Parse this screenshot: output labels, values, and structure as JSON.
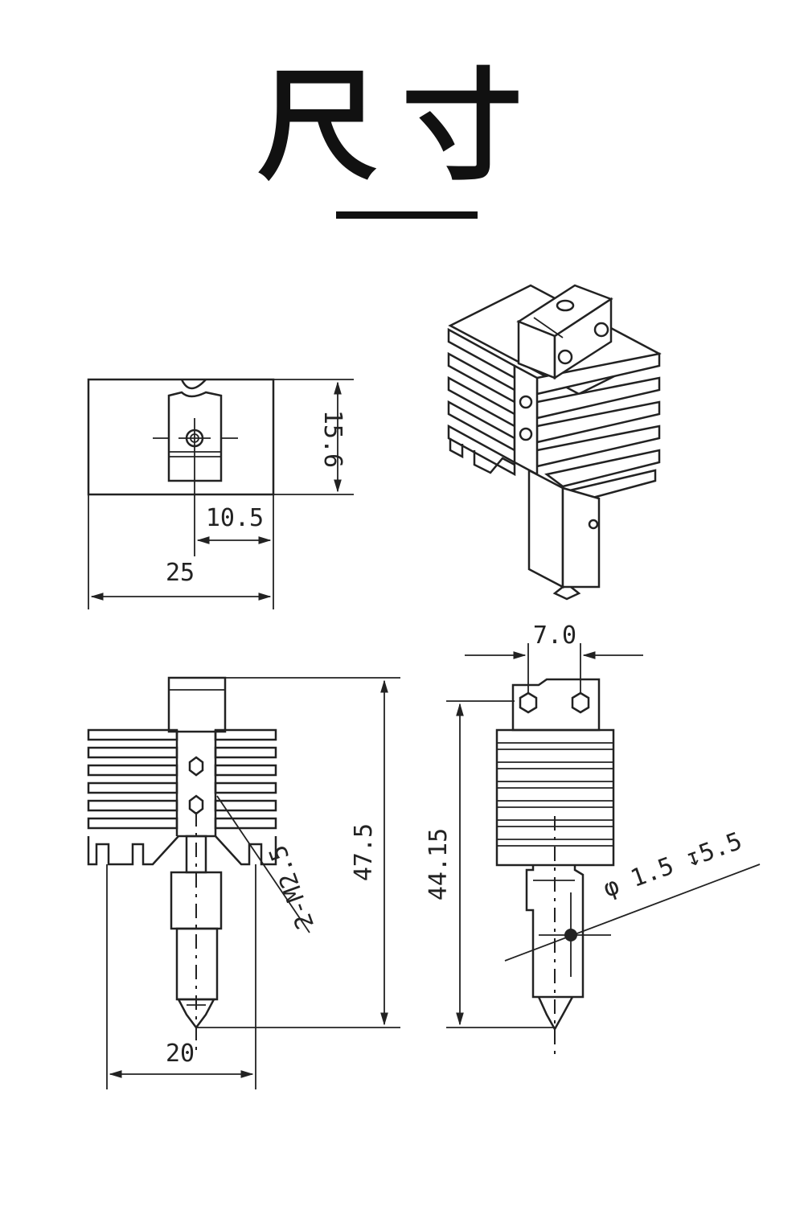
{
  "page": {
    "title": "尺寸"
  },
  "dimensions": {
    "top_height": "15.6",
    "top_offset": "10.5",
    "top_width": "25",
    "front_height": "47.5",
    "front_thread": "2-M2.5",
    "front_width": "20",
    "side_hole_spacing": "7.0",
    "side_height": "44.15",
    "side_hole": "φ 1.5 ↧5.5"
  },
  "colors": {
    "line": "#222222",
    "background": "#ffffff"
  }
}
